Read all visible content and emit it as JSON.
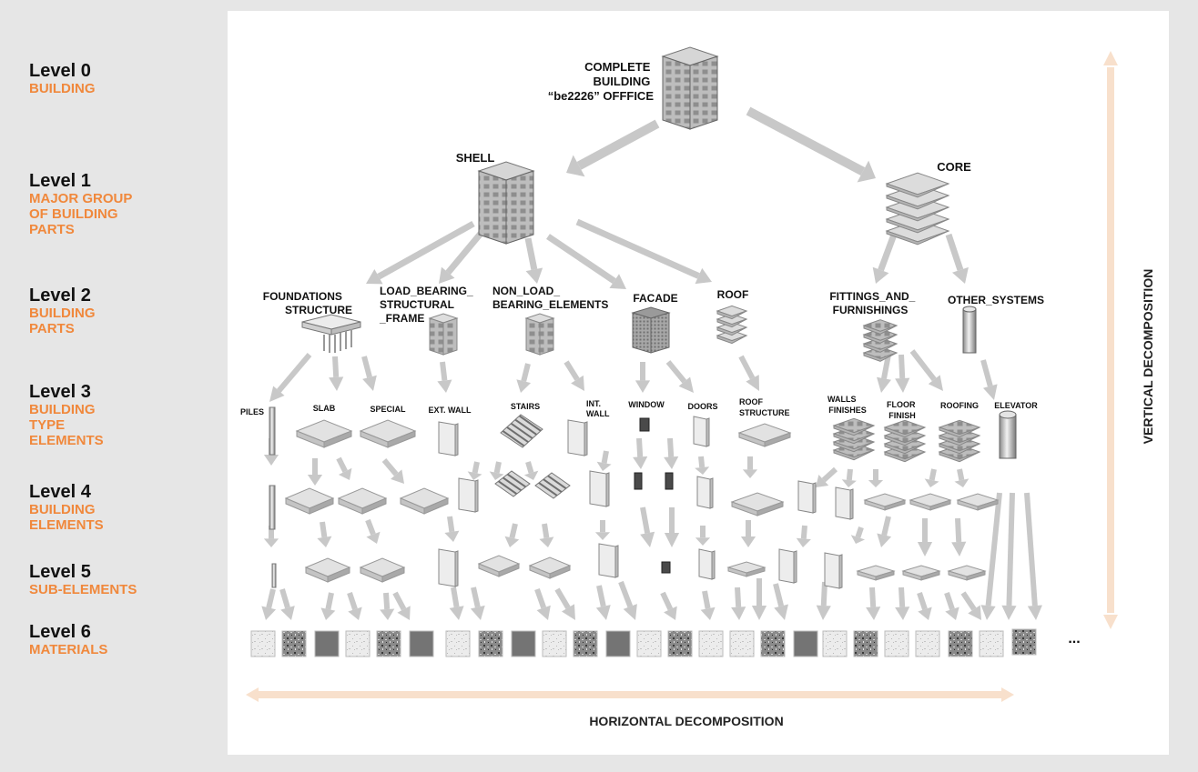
{
  "levels": [
    {
      "name": "Level 0",
      "desc": "BUILDING"
    },
    {
      "name": "Level 1",
      "desc": "MAJOR GROUP\nOF BUILDING\nPARTS"
    },
    {
      "name": "Level 2",
      "desc": "BUILDING\nPARTS"
    },
    {
      "name": "Level 3",
      "desc": "BUILDING\nTYPE\nELEMENTS"
    },
    {
      "name": "Level 4",
      "desc": "BUILDING\nELEMENTS"
    },
    {
      "name": "Level 5",
      "desc": "SUB-ELEMENTS"
    },
    {
      "name": "Level 6",
      "desc": "MATERIALS"
    }
  ],
  "nodes": {
    "building": [
      "COMPLETE",
      "BUILDING",
      "“be2226” OFFFICE"
    ],
    "shell": [
      "SHELL"
    ],
    "core": [
      "CORE"
    ],
    "foundations": [
      "FOUNDATIONS",
      "STRUCTURE"
    ],
    "load_bearing": [
      "LOAD_BEARING_",
      "STRUCTURAL",
      "_FRAME"
    ],
    "non_load": [
      "NON_LOAD_",
      "BEARING_ELEMENTS"
    ],
    "facade": [
      "FACADE"
    ],
    "roof": [
      "ROOF"
    ],
    "fittings": [
      "FITTINGS_AND_",
      "FURNISHINGS"
    ],
    "other_systems": [
      "OTHER_SYSTEMS"
    ],
    "piles": [
      "PILES"
    ],
    "slab": [
      "SLAB"
    ],
    "special": [
      "SPECIAL"
    ],
    "ext_wall": [
      "EXT. WALL"
    ],
    "stairs": [
      "STAIRS"
    ],
    "int_wall": [
      "INT.",
      "WALL"
    ],
    "window": [
      "WINDOW"
    ],
    "doors": [
      "DOORS"
    ],
    "roof_structure": [
      "ROOF",
      "STRUCTURE"
    ],
    "walls_finishes": [
      "WALLS",
      "FINISHES"
    ],
    "floor_finish": [
      "FLOOR",
      "FINISH"
    ],
    "roofing": [
      "ROOFING"
    ],
    "elevator": [
      "ELEVATOR"
    ]
  },
  "axes": {
    "vertical": "VERTICAL DECOMPOSITION",
    "horizontal": "HORIZONTAL DECOMPOSITION"
  },
  "ellipsis": "...",
  "colors": {
    "accent": "#f0883c",
    "axis_arrow": "#f8e0cc",
    "tree_arrow": "#c8c8c8",
    "background": "#e6e6e6",
    "panel": "#ffffff"
  }
}
